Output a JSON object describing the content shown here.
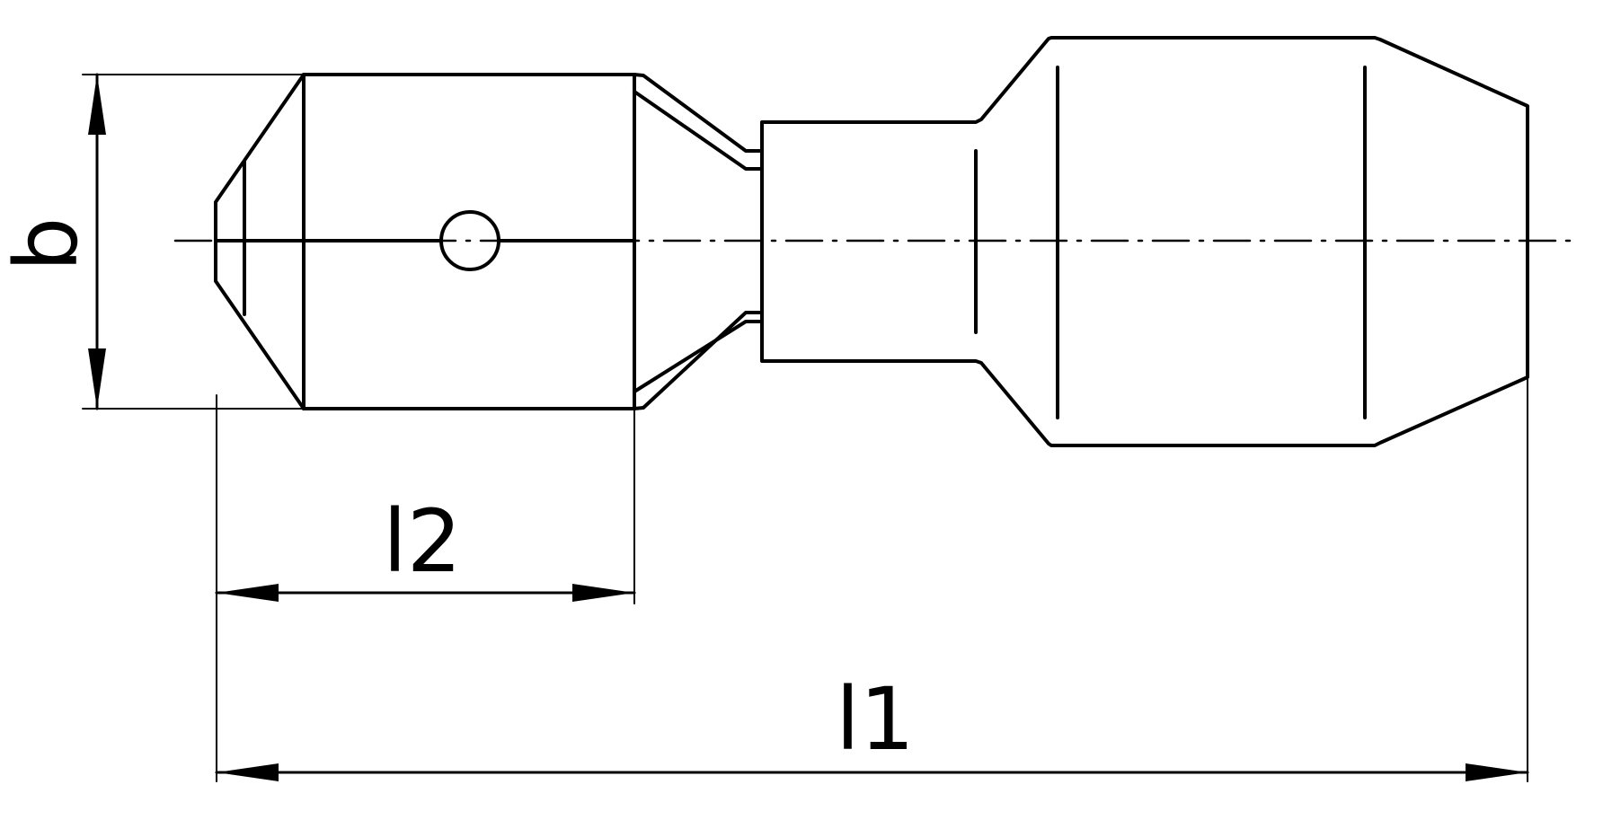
{
  "colors": {
    "line": "#000000",
    "background": "#ffffff"
  },
  "dimensions": {
    "width_label": "b",
    "short_length_label": "l2",
    "total_length_label": "l1"
  }
}
